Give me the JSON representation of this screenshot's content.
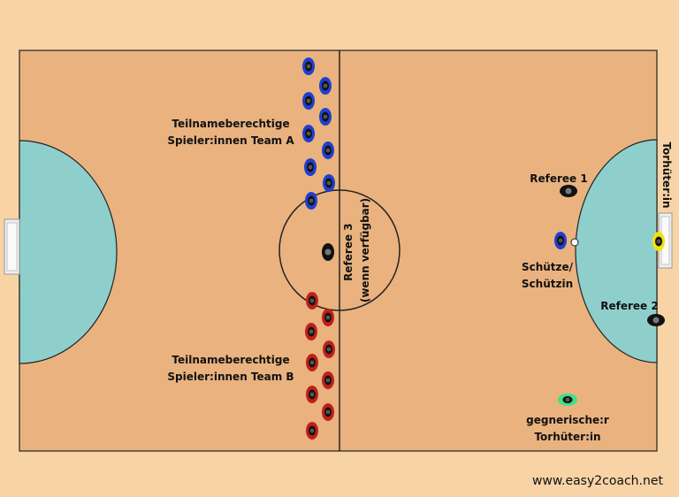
{
  "labels": {
    "team_a": [
      "Teilnameberechtige",
      "Spieler:innen Team A"
    ],
    "team_b": [
      "Teilnameberechtige",
      "Spieler:innen Team B"
    ],
    "referee1": "Referee 1",
    "referee2": "Referee 2",
    "referee3": [
      "Referee 3",
      "(wenn verfügbar)"
    ],
    "shooter": [
      "Schütze/",
      "Schützin"
    ],
    "goalkeeper": "Torhüter:in",
    "opp_goalkeeper": [
      "gegnerische:r",
      "Torhüter:in"
    ]
  },
  "watermark": "www.easy2coach.net",
  "colors": {
    "floor": "#e9b27f",
    "background": "#f8d3a6",
    "goal_area": "#8ecfcc",
    "team_a": "#1f3fcf",
    "team_b": "#c0201a",
    "referee": "#111111",
    "goalkeeper": "#f2e20c",
    "opp_goalkeeper": "#3fe08a"
  }
}
